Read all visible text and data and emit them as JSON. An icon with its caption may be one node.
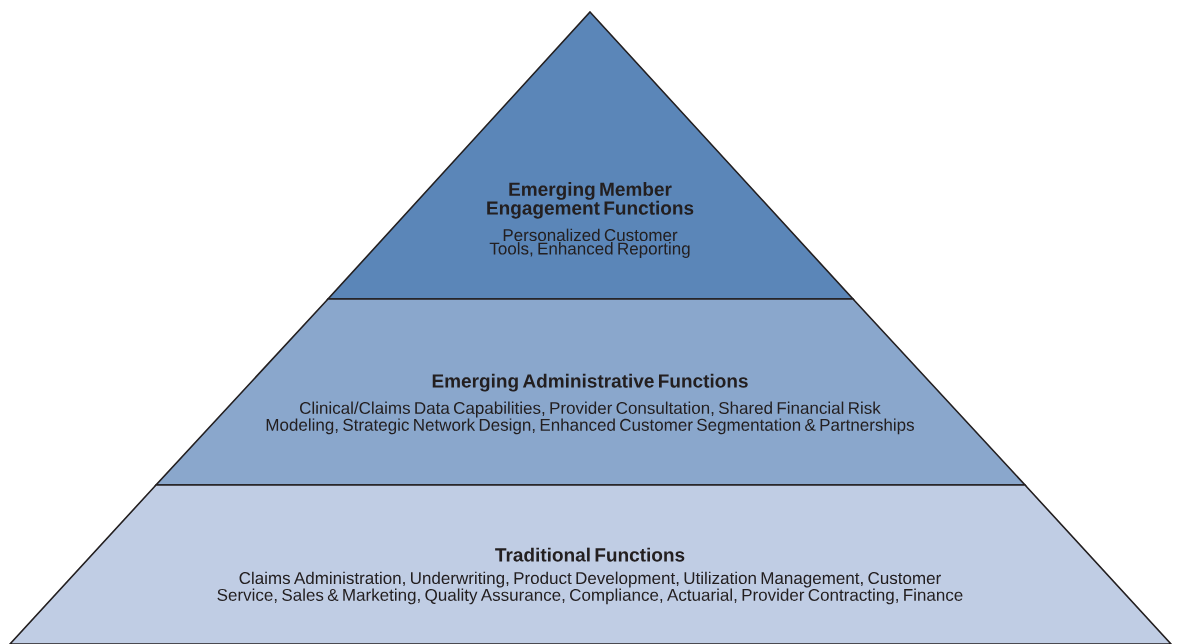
{
  "diagram": {
    "nodes": [
      {
        "text": [
          "Emerging Member Engagement Functions",
          "Personalized Customer Tools, Enhanced Reporting"
        ]
      },
      {
        "text": [
          "Emerging Administrative Functions",
          "Clinical/Claims Data Capabilities, Provider Consultation, Shared Financial Risk Modeling, Strategic Network Design, Enhanced Customer Segmentation & Partnerships"
        ]
      },
      {
        "text": [
          "Traditional Functions",
          "Claims Administration, Underwriting, Product Development, Utilization Management, Customer Service, Sales & Marketing, Quality Assurance, Compliance, Actuarial, Provider Contracting, Finance"
        ]
      }
    ]
  }
}
